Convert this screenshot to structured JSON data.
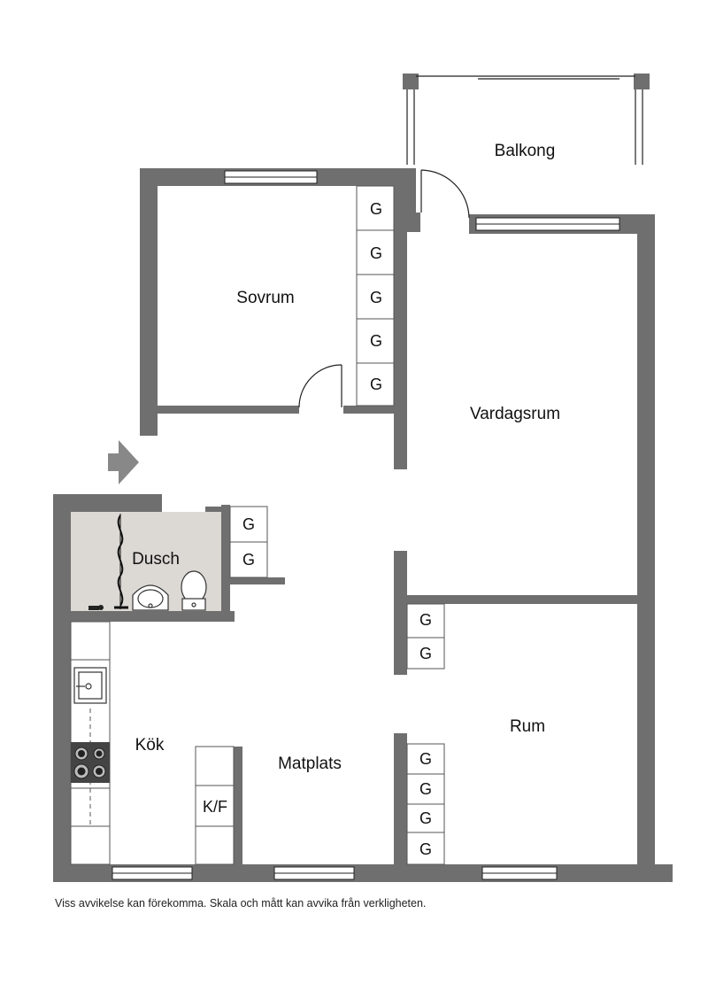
{
  "plan": {
    "colors": {
      "wall": "#6f6f6f",
      "wet_room": "#dcd8d4",
      "arrow": "#888888",
      "line": "#222222"
    },
    "rooms": {
      "balkong": "Balkong",
      "sovrum": "Sovrum",
      "vardagsrum": "Vardagsrum",
      "dusch": "Dusch",
      "kok": "Kök",
      "matplats": "Matplats",
      "rum": "Rum"
    },
    "wardrobe_mark": "G",
    "fridge_mark": "K/F",
    "entrance_icon": "entrance-arrow-icon",
    "disclaimer": "Viss avvikelse kan förekomma. Skala och mått kan avvika från verkligheten."
  }
}
